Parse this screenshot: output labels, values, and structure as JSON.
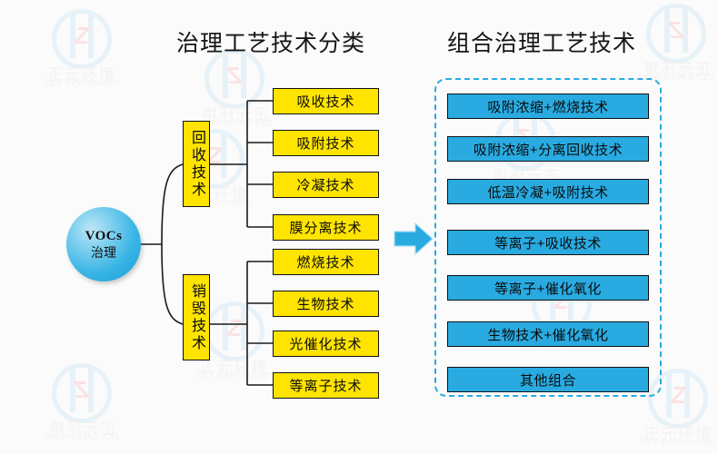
{
  "titles": {
    "left": "治理工艺技术分类",
    "right": "组合治理工艺技术"
  },
  "root": {
    "line1": "VOCs",
    "line2": "治理"
  },
  "categories": [
    {
      "label": "回收技术"
    },
    {
      "label": "销毁技术"
    }
  ],
  "leaves": [
    {
      "label": "吸收技术",
      "group": 0
    },
    {
      "label": "吸附技术",
      "group": 0
    },
    {
      "label": "冷凝技术",
      "group": 0
    },
    {
      "label": "膜分离技术",
      "group": 0
    },
    {
      "label": "燃烧技术",
      "group": 1
    },
    {
      "label": "生物技术",
      "group": 1
    },
    {
      "label": "光催化技术",
      "group": 1
    },
    {
      "label": "等离子技术",
      "group": 1
    }
  ],
  "combos": [
    {
      "label": "吸附浓缩+燃烧技术"
    },
    {
      "label": "吸附浓缩+分离回收技术"
    },
    {
      "label": "低温冷凝+吸附技术"
    },
    {
      "label": "等离子+吸收技术"
    },
    {
      "label": "等离子+催化氧化"
    },
    {
      "label": "生物技术+催化氧化"
    },
    {
      "label": "其他组合"
    }
  ],
  "watermark": {
    "cn": "正元环境",
    "en": "Z&Y Environment",
    "mark": "Z"
  },
  "colors": {
    "yellow_box": "#ffe400",
    "blue_box": "#29abe2",
    "panel_border": "#29abe2",
    "arrow": "#29abe2",
    "node_blue": "#37b4e4",
    "line": "#1a1a1a",
    "background": "#fbfbfb",
    "text": "#0b0b0b"
  }
}
